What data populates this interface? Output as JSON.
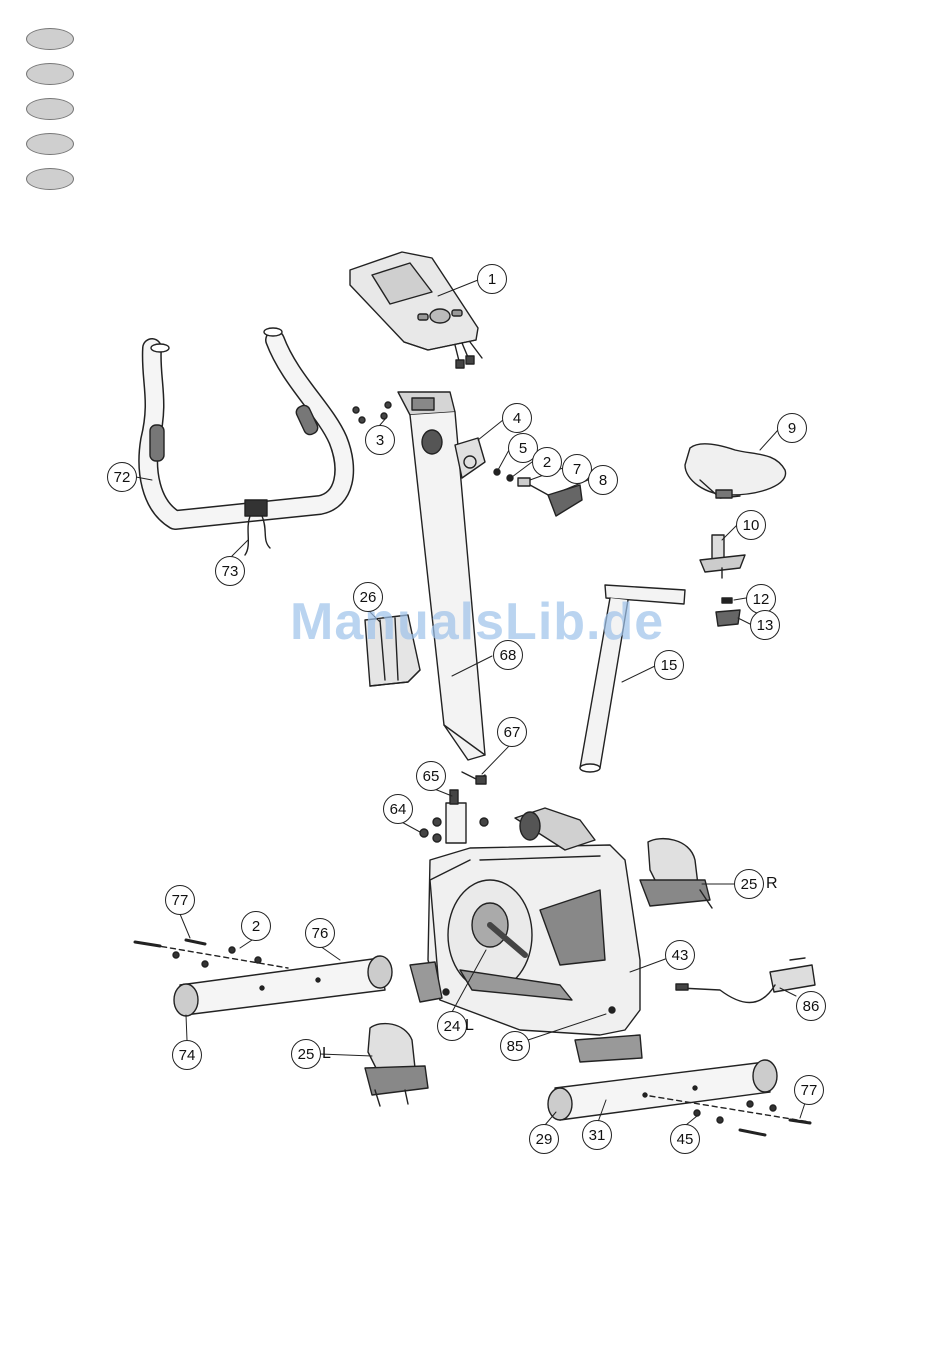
{
  "watermark": "ManualsLib.de",
  "language_ovals": 5,
  "callouts": {
    "c1": "1",
    "c2a": "2",
    "c2b": "2",
    "c3": "3",
    "c4": "4",
    "c5": "5",
    "c7": "7",
    "c8": "8",
    "c9": "9",
    "c10": "10",
    "c12": "12",
    "c13": "13",
    "c15": "15",
    "c24": "24",
    "c25l": "25",
    "c25r": "25",
    "c26": "26",
    "c29": "29",
    "c31": "31",
    "c43": "43",
    "c45": "45",
    "c64": "64",
    "c65": "65",
    "c67": "67",
    "c68": "68",
    "c72": "72",
    "c73": "73",
    "c74": "74",
    "c76": "76",
    "c77a": "77",
    "c77b": "77",
    "c85": "85",
    "c86": "86"
  },
  "side_labels": {
    "l24": "L",
    "l25l": "L",
    "l25r": "R"
  },
  "colors": {
    "line": "#222222",
    "fill_light": "#e8e8e8",
    "fill_mid": "#bdbdbd",
    "fill_dark": "#555555"
  }
}
